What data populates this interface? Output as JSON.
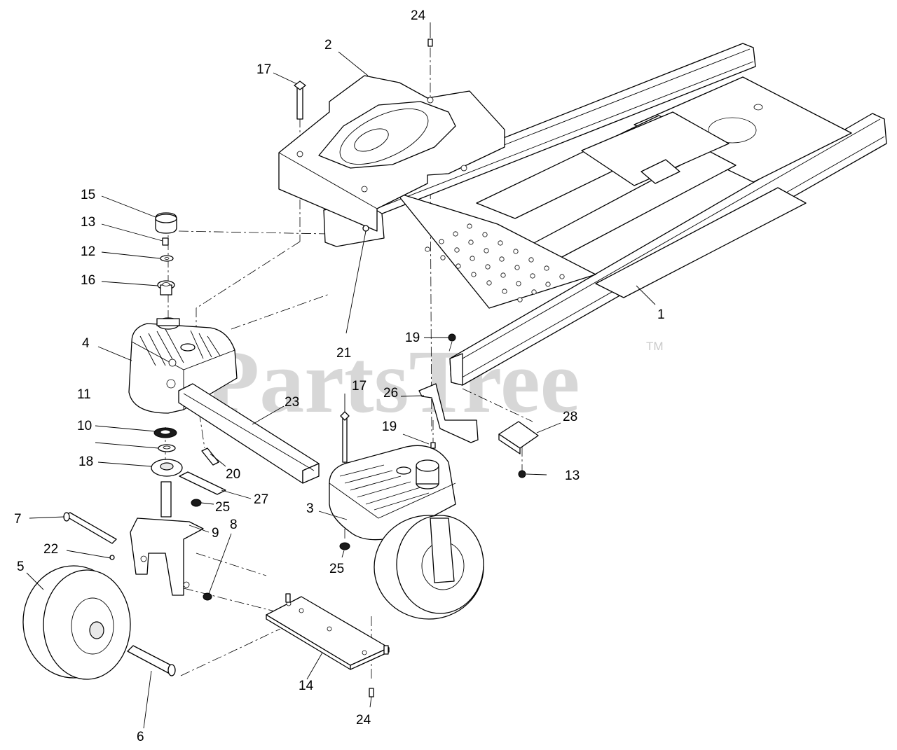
{
  "watermark": {
    "text": "PartsTree",
    "trademark": "TM"
  },
  "callouts": [
    {
      "id": "c1",
      "label": "1"
    },
    {
      "id": "c2",
      "label": "2"
    },
    {
      "id": "c3",
      "label": "3"
    },
    {
      "id": "c4",
      "label": "4"
    },
    {
      "id": "c5",
      "label": "5"
    },
    {
      "id": "c6",
      "label": "6"
    },
    {
      "id": "c7",
      "label": "7"
    },
    {
      "id": "c8",
      "label": "8"
    },
    {
      "id": "c9",
      "label": "9"
    },
    {
      "id": "c10",
      "label": "10"
    },
    {
      "id": "c11",
      "label": "11"
    },
    {
      "id": "c12",
      "label": "12"
    },
    {
      "id": "c13a",
      "label": "13"
    },
    {
      "id": "c13b",
      "label": "13"
    },
    {
      "id": "c14",
      "label": "14"
    },
    {
      "id": "c15",
      "label": "15"
    },
    {
      "id": "c16",
      "label": "16"
    },
    {
      "id": "c17a",
      "label": "17"
    },
    {
      "id": "c17b",
      "label": "17"
    },
    {
      "id": "c18",
      "label": "18"
    },
    {
      "id": "c19a",
      "label": "19"
    },
    {
      "id": "c19b",
      "label": "19"
    },
    {
      "id": "c20",
      "label": "20"
    },
    {
      "id": "c21",
      "label": "21"
    },
    {
      "id": "c22",
      "label": "22"
    },
    {
      "id": "c23",
      "label": "23"
    },
    {
      "id": "c24a",
      "label": "24"
    },
    {
      "id": "c24b",
      "label": "24"
    },
    {
      "id": "c25a",
      "label": "25"
    },
    {
      "id": "c25b",
      "label": "25"
    },
    {
      "id": "c26",
      "label": "26"
    },
    {
      "id": "c27",
      "label": "27"
    },
    {
      "id": "c28",
      "label": "28"
    }
  ]
}
